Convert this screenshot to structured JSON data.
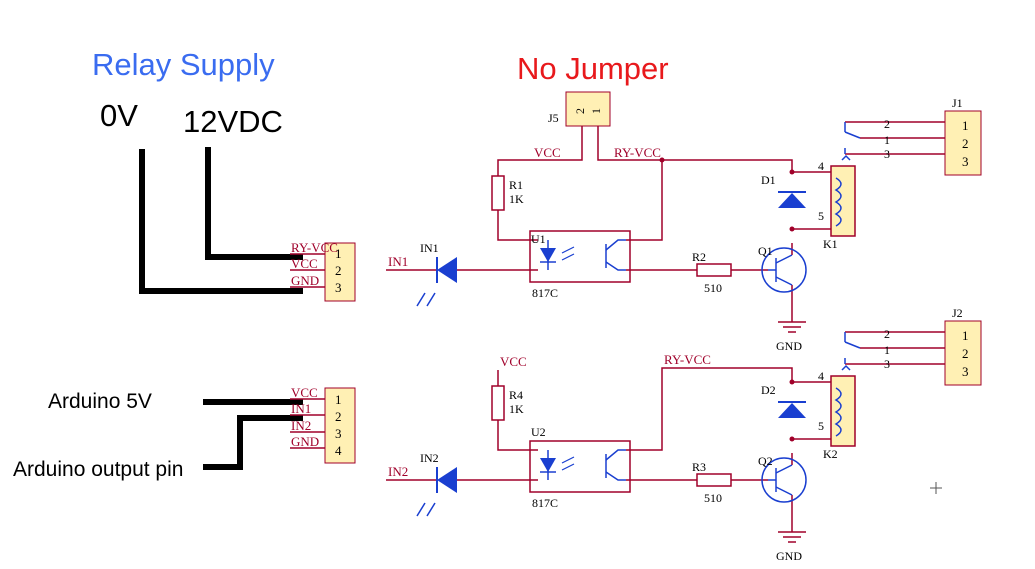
{
  "annotations": {
    "relay_supply": "Relay Supply",
    "zero_v": "0V",
    "twelve_vdc": "12VDC",
    "no_jumper": "No Jumper",
    "arduino_5v": "Arduino 5V",
    "arduino_output": "Arduino output pin"
  },
  "header_supply": {
    "pins": [
      "1",
      "2",
      "3"
    ],
    "labels": [
      "RY-VCC",
      "VCC",
      "GND"
    ]
  },
  "header_inputs": {
    "pins": [
      "1",
      "2",
      "3",
      "4"
    ],
    "labels": [
      "VCC",
      "IN1",
      "IN2",
      "GND"
    ]
  },
  "jumper": {
    "ref": "J5",
    "pins": [
      "2",
      "1"
    ],
    "left_net": "VCC",
    "right_net": "RY-VCC"
  },
  "channel1": {
    "input": "IN1",
    "led": "IN1",
    "r_pullup": "R1",
    "r_pullup_val": "1K",
    "opto": "U1",
    "opto_part": "817C",
    "r_base": "R2",
    "r_base_val": "510",
    "transistor": "Q1",
    "diode": "D1",
    "relay": "K1",
    "coil_pin_top": "4",
    "coil_pin_bottom": "5",
    "gnd": "GND",
    "conn": "J1",
    "contacts": [
      "2",
      "1",
      "3"
    ],
    "conn_pins": [
      "1",
      "2",
      "3"
    ]
  },
  "channel2": {
    "input": "IN2",
    "led": "IN2",
    "vcc": "VCC",
    "ry_vcc": "RY-VCC",
    "r_pullup": "R4",
    "r_pullup_val": "1K",
    "opto": "U2",
    "opto_part": "817C",
    "r_base": "R3",
    "r_base_val": "510",
    "transistor": "Q2",
    "diode": "D2",
    "relay": "K2",
    "coil_pin_top": "4",
    "coil_pin_bottom": "5",
    "gnd": "GND",
    "conn": "J2",
    "contacts": [
      "2",
      "1",
      "3"
    ],
    "conn_pins": [
      "1",
      "2",
      "3"
    ]
  },
  "colors": {
    "wire": "#a0002a",
    "component": "#1a3fd0",
    "connector_fill": "#fff0b4",
    "annotation_blue": "#3a6cf0",
    "annotation_red": "#e8191c",
    "heavy_wire": "#000000"
  }
}
